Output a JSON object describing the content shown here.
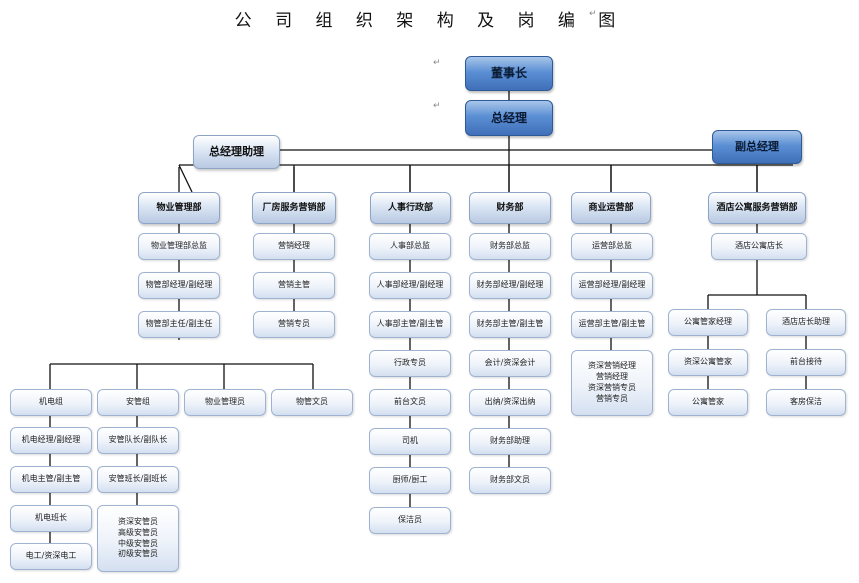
{
  "title": "公 司 组 织 架 构 及 岗 编 图",
  "paragraph_mark": "↵",
  "top": {
    "chairman": "董事长",
    "general_manager": "总经理",
    "gm_assistant": "总经理助理",
    "deputy_gm": "副总经理"
  },
  "departments": {
    "property": "物业管理部",
    "factory": "厂房服务营销部",
    "hr": "人事行政部",
    "finance": "财务部",
    "commerce": "商业运营部",
    "hotel": "酒店公寓服务营销部"
  },
  "positions": {
    "property": [
      "物业管理部总监",
      "物管部经理/副经理",
      "物管部主任/副主任"
    ],
    "factory": [
      "营销经理",
      "营销主管",
      "营销专员"
    ],
    "hr": [
      "人事部总监",
      "人事部经理/副经理",
      "人事部主管/副主管",
      "行政专员",
      "前台文员",
      "司机",
      "厨师/厨工",
      "保洁员"
    ],
    "finance": [
      "财务部总监",
      "财务部经理/副经理",
      "财务部主管/副主管",
      "会计/资深会计",
      "出纳/资深出纳",
      "财务部助理",
      "财务部文员"
    ],
    "commerce": [
      "运营部总监",
      "运营部经理/副经理",
      "运营部主管/副主管"
    ],
    "commerce_group": [
      "资深营销经理",
      "营销经理",
      "资深营销专员",
      "营销专员"
    ],
    "hotel_manager": "酒店公寓店长"
  },
  "property_sub": {
    "electrical": [
      "机电组",
      "机电经理/副经理",
      "机电主管/副主管",
      "机电班长",
      "电工/资深电工"
    ],
    "security": [
      "安管组",
      "安管队长/副队长",
      "安管班长/副班长"
    ],
    "security_group": [
      "资深安管员",
      "高级安管员",
      "中级安管员",
      "初级安管员"
    ],
    "property_clerk": "物业管理员",
    "property_docs": "物管文员"
  },
  "hotel_sub": {
    "left": [
      "公寓管家经理",
      "资深公寓管家",
      "公寓管家"
    ],
    "right": [
      "酒店店长助理",
      "前台接待",
      "客房保洁"
    ]
  }
}
